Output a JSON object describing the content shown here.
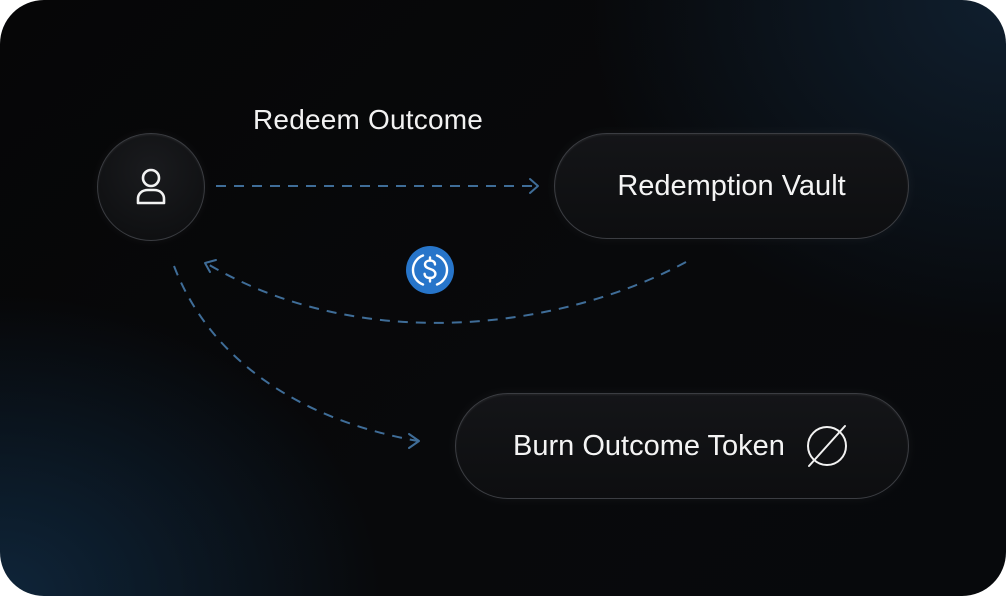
{
  "diagram": {
    "flow_label": "Redeem Outcome",
    "vault_label": "Redemption Vault",
    "burn_label": "Burn Outcome Token",
    "icons": {
      "user": "user-icon",
      "coin": "usdc-icon",
      "burn": "empty-set-icon"
    },
    "colors": {
      "arrow": "#3f6d98",
      "coin": "#2775ca"
    }
  }
}
